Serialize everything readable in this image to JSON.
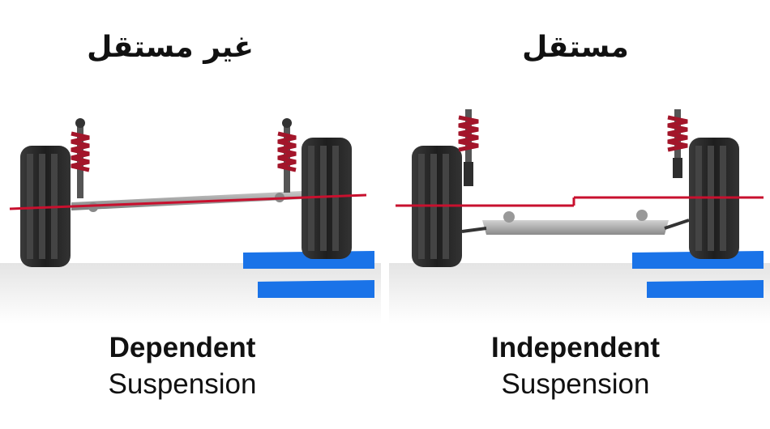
{
  "left_panel": {
    "arabic_title": "غير مستقل",
    "title": "Dependent",
    "subtitle": "Suspension"
  },
  "right_panel": {
    "arabic_title": "مستقل",
    "title": "Independent",
    "subtitle": "Suspension"
  },
  "colors": {
    "reference_line": "#c8102e",
    "ramp": "#1a73e8",
    "spring": "#a3152a",
    "tire": "#2a2a2a"
  }
}
